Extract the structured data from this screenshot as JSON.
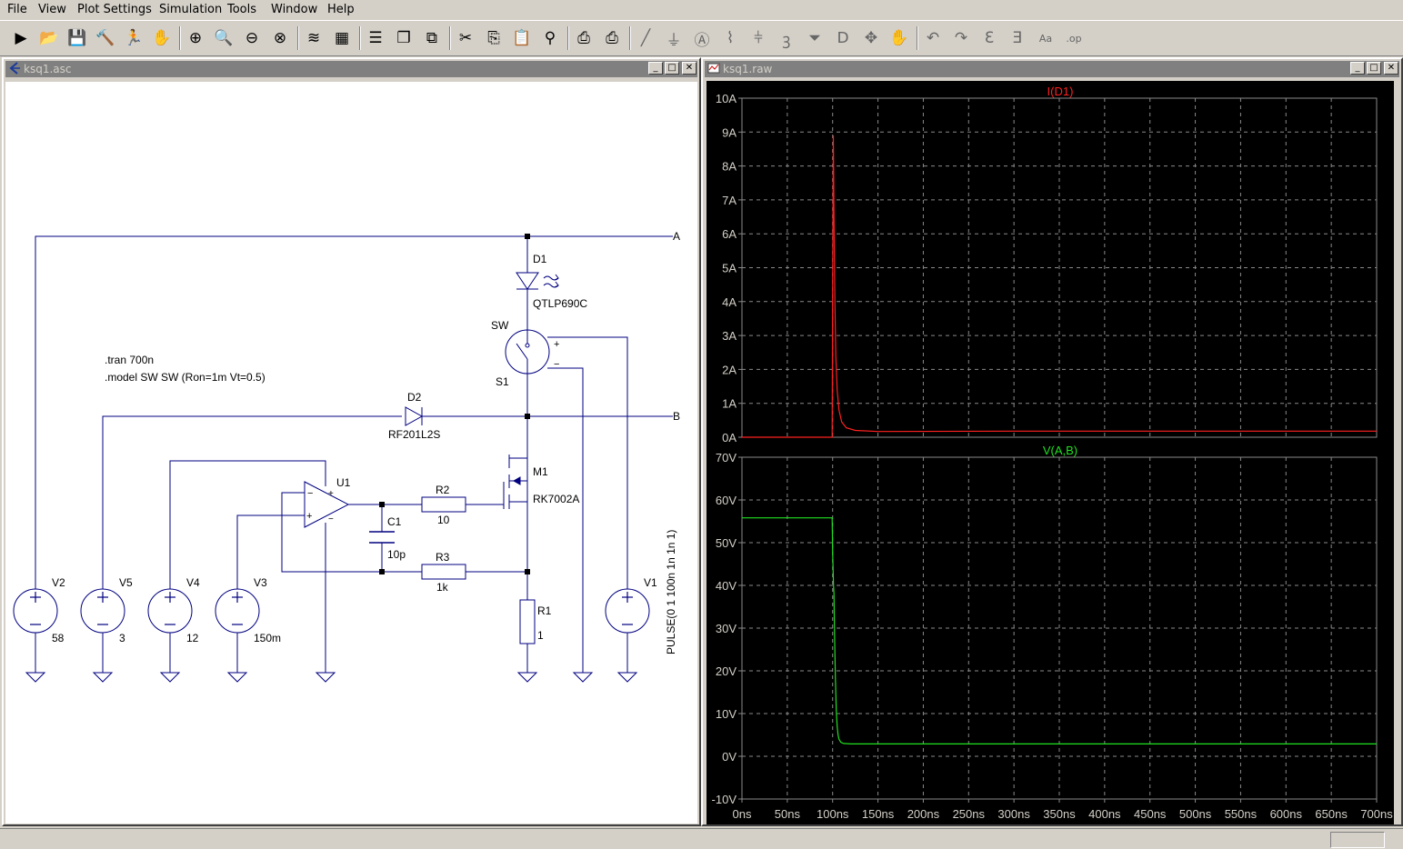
{
  "menu": [
    "File",
    "View",
    "Plot Settings",
    "Simulation",
    "Tools",
    "Window",
    "Help"
  ],
  "toolbar_icons": [
    "run-icon",
    "open-icon",
    "save-icon",
    "control-panel-icon",
    "halt-icon",
    "pause-icon",
    "zoom-in-icon",
    "zoom-area-icon",
    "zoom-out-icon",
    "zoom-full-icon",
    "autorange-icon",
    "plot-settings-icon",
    "tile-horizontal-icon",
    "cascade-icon",
    "tile-vertical-icon",
    "cut-icon",
    "copy-icon",
    "paste-icon",
    "find-icon",
    "print-icon",
    "print-setup-icon",
    "wire-icon",
    "ground-icon",
    "label-net-icon",
    "resistor-icon",
    "capacitor-icon",
    "inductor-icon",
    "diode-icon",
    "component-icon",
    "move-icon",
    "drag-icon",
    "undo-icon",
    "redo-icon",
    "rotate-icon",
    "mirror-icon",
    "text-icon",
    "spice-directive-icon"
  ],
  "schematic_window": {
    "title": "ksq1.asc",
    "directives": [
      ".tran 700n",
      ".model SW SW (Ron=1m Vt=0.5)"
    ],
    "labels": {
      "net_a": "A",
      "net_b": "B",
      "d1_name": "D1",
      "d1_value": "QTLP690C",
      "sw_label": "SW",
      "s1_name": "S1",
      "sw_plus": "+",
      "sw_minus": "−",
      "d2_name": "D2",
      "d2_value": "RF201L2S",
      "u1_name": "U1",
      "m1_name": "M1",
      "m1_value": "RK7002A",
      "r2_name": "R2",
      "r2_value": "10",
      "c1_name": "C1",
      "c1_value": "10p",
      "r3_name": "R3",
      "r3_value": "1k",
      "r1_name": "R1",
      "r1_value": "1",
      "v2_name": "V2",
      "v2_value": "58",
      "v5_name": "V5",
      "v5_value": "3",
      "v4_name": "V4",
      "v4_value": "12",
      "v3_name": "V3",
      "v3_value": "150m",
      "v1_name": "V1",
      "v1_value": "PULSE(0 1 100n 1n 1n 1)"
    }
  },
  "waveform_window": {
    "title": "ksq1.raw",
    "colors": {
      "grid": "#8a8a8a",
      "axis_text": "#d4d0c8"
    },
    "chart_data": [
      {
        "type": "line",
        "title": "I(D1)",
        "color": "#ff2020",
        "ylim": [
          0,
          10
        ],
        "yunit": "A",
        "yticks": [
          0,
          1,
          2,
          3,
          4,
          5,
          6,
          7,
          8,
          9,
          10
        ],
        "xlim": [
          0,
          700
        ],
        "xunit": "ns",
        "series": [
          {
            "name": "I(D1)",
            "x": [
              0,
              99.5,
              100,
              100.8,
              101.5,
              102.5,
              103.5,
              105,
              107,
              110,
              115,
              125,
              150,
              300,
              700
            ],
            "y": [
              0,
              0,
              4.2,
              8.9,
              6.5,
              4.0,
              2.4,
              1.4,
              0.8,
              0.45,
              0.28,
              0.2,
              0.17,
              0.18,
              0.18
            ]
          }
        ]
      },
      {
        "type": "line",
        "title": "V(A,B)",
        "color": "#20e020",
        "ylim": [
          -10,
          70
        ],
        "yunit": "V",
        "yticks": [
          -10,
          0,
          10,
          20,
          30,
          40,
          50,
          60,
          70
        ],
        "xlim": [
          0,
          700
        ],
        "xunit": "ns",
        "xticks": [
          0,
          50,
          100,
          150,
          200,
          250,
          300,
          350,
          400,
          450,
          500,
          550,
          600,
          650,
          700
        ],
        "series": [
          {
            "name": "V(A,B)",
            "x": [
              0,
              99.5,
              100,
              101,
              101.5,
              102,
              103,
              104,
              105,
              106,
              107,
              109,
              112,
              120,
              700
            ],
            "y": [
              55.8,
              55.8,
              48,
              40,
              38,
              30,
              19,
              11,
              7,
              5,
              4,
              3.3,
              3,
              2.9,
              2.9
            ]
          }
        ]
      }
    ]
  }
}
